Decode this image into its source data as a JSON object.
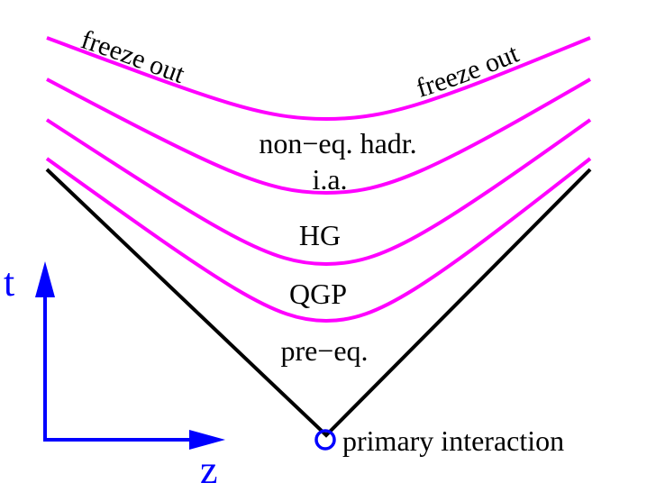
{
  "diagram": {
    "labels": {
      "freeze_out_left": "freeze out",
      "freeze_out_right": "freeze out",
      "non_eq_hadr": "non−eq. hadr.",
      "ia": "i.a.",
      "hg": "HG",
      "qgp": "QGP",
      "pre_eq": "pre−eq.",
      "primary_interaction": "primary interaction"
    },
    "axes": {
      "t_label": "t",
      "z_label": "z"
    },
    "colors": {
      "hypersurface": "#ff00ff",
      "light_cone": "#000000",
      "axes": "#0000ff",
      "origin_marker": "#0000ff",
      "text": "#000000",
      "background": "#ffffff"
    }
  }
}
